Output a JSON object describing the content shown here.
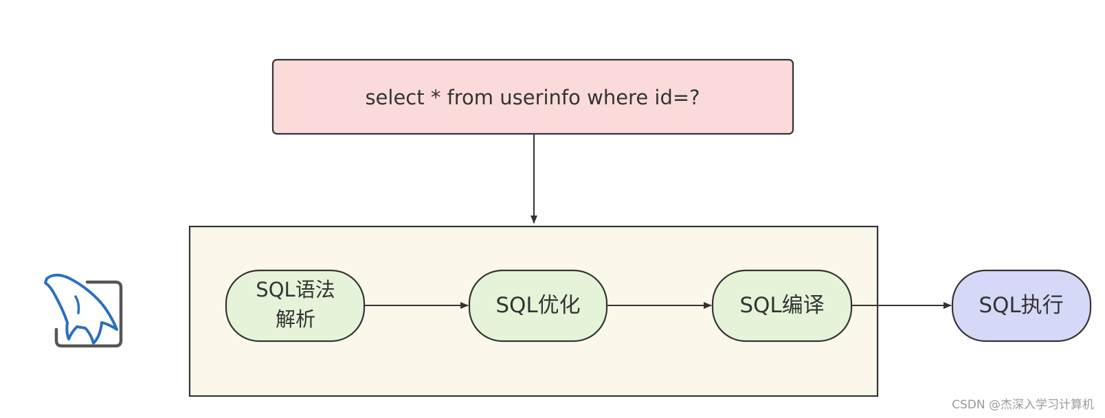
{
  "query_box": {
    "text": "select * from userinfo where id=?",
    "fill": "#fadbda"
  },
  "server_container": {
    "fill": "#fbf7ea"
  },
  "steps": [
    {
      "label_lines": [
        "SQL语法",
        "解析"
      ]
    },
    {
      "label_lines": [
        "SQL优化"
      ]
    },
    {
      "label_lines": [
        "SQL编译"
      ]
    }
  ],
  "execute": {
    "label": "SQL执行",
    "fill": "#d6d8f8"
  },
  "step_fill": "#e5f4d9",
  "stroke_color": "#333333",
  "logo": {
    "icon": "mysql-dolphin-icon",
    "color": "#2a6fc0"
  },
  "watermark": "CSDN @杰深入学习计算机"
}
